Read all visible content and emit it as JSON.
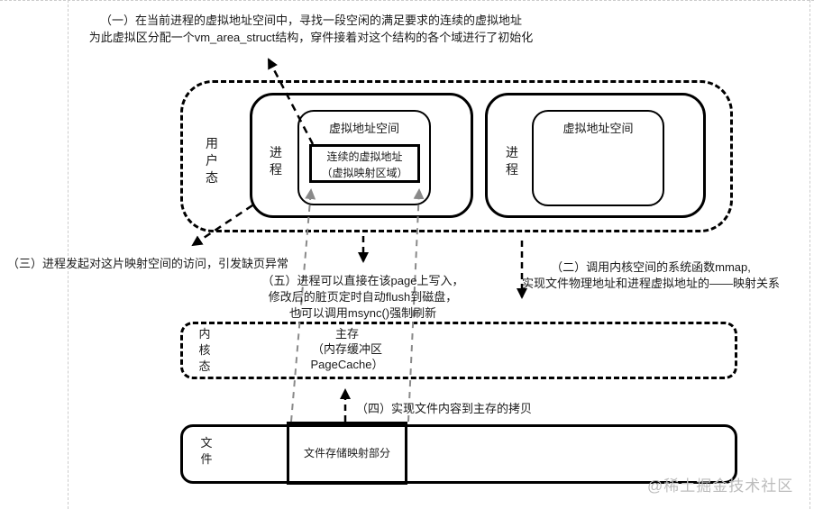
{
  "annotations": {
    "step1_line1": "（一）在当前进程的虚拟地址空间中，寻找一段空闲的满足要求的连续的虚拟地址",
    "step1_line2": "为此虚拟区分配一个vm_area_struct结构，穿件接着对这个结构的各个域进行了初始化",
    "step2_line1": "（二）调用内核空间的系统函数mmap,",
    "step2_line2": "实现文件物理地址和进程虚拟地址的——映射关系",
    "step3": "（三）进程发起对这片映射空间的访问，引发缺页异常",
    "step4": "（四）实现文件内容到主存的拷贝",
    "step5_line1": "（五）进程可以直接在该page上写入，",
    "step5_line2": "修改后的脏页定时自动flush到磁盘，",
    "step5_line3": "也可以调用msync()强制刷新"
  },
  "user_space": {
    "label": "用户态",
    "process1": {
      "label": "进程",
      "vas_title": "虚拟地址空间",
      "mapped_region_line1": "连续的虚拟地址",
      "mapped_region_line2": "（虚拟映射区域）"
    },
    "process2": {
      "label": "进程",
      "vas_title": "虚拟地址空间"
    }
  },
  "kernel_space": {
    "label": "内核态",
    "memory_line1": "主存",
    "memory_line2": "（内存缓冲区",
    "memory_line3": "PageCache）"
  },
  "file": {
    "label": "文件",
    "mapped_part": "文件存储映射部分"
  },
  "watermark": "@稀土掘金技术社区",
  "colors": {
    "line": "#000000",
    "gray_line": "#8a8a8a",
    "guide": "#cccccc",
    "watermark": "#bcbcbc"
  }
}
